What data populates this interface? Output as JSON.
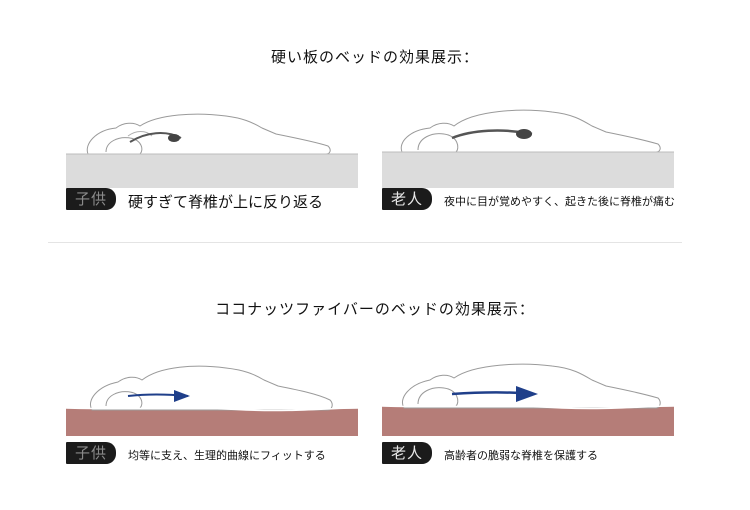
{
  "sections": [
    {
      "title": "硬い板のベッドの効果展示：",
      "panels": [
        {
          "tag": "子供",
          "caption": "硬すぎて脊椎が上に反り返る"
        },
        {
          "tag": "老人",
          "caption": "夜中に目が覚めやすく、起きた後に脊椎が痛む"
        }
      ]
    },
    {
      "title": "ココナッツファイバーのベッドの効果展示：",
      "panels": [
        {
          "tag": "子供",
          "caption": "均等に支え、生理的曲線にフィットする"
        },
        {
          "tag": "老人",
          "caption": "高齢者の脆弱な脊椎を保護する"
        }
      ]
    }
  ],
  "colors": {
    "hard_board": "#dcdcdc",
    "coir_mattress": "#b57d78",
    "spine_hard": "#555555",
    "spine_coir": "#1f3f8a",
    "tag_bg": "#1b1b1b"
  }
}
